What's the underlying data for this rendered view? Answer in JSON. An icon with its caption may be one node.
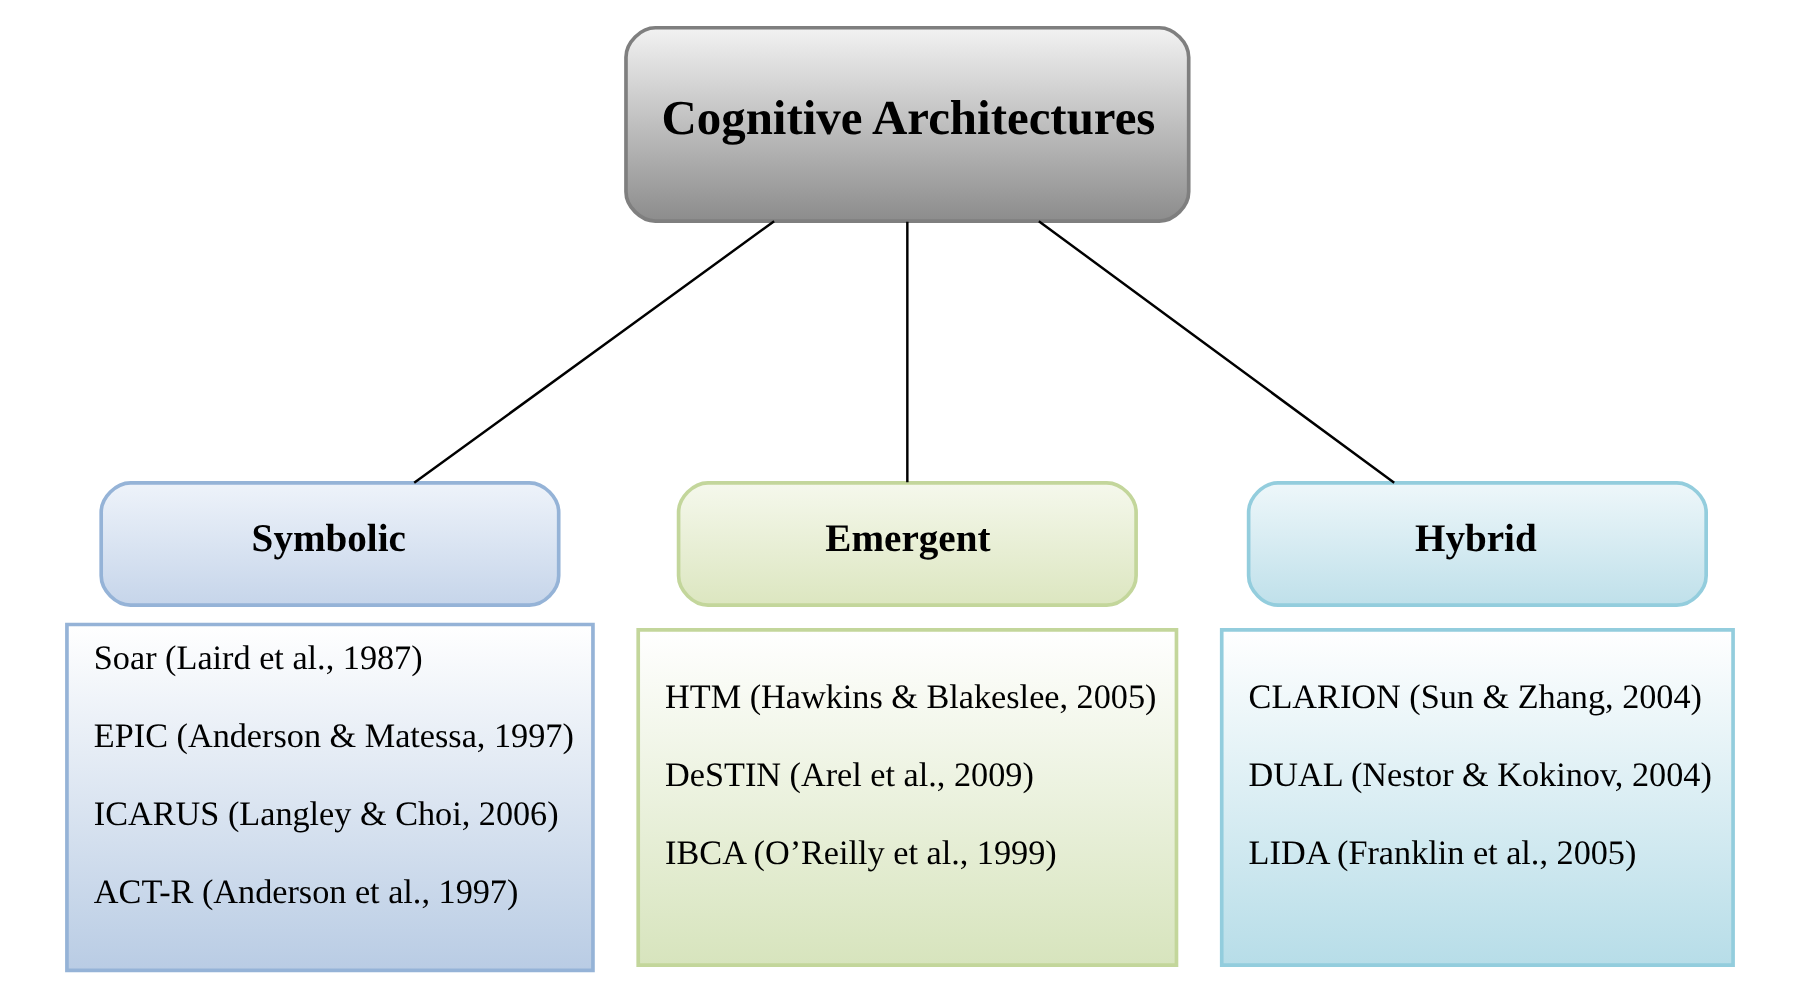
{
  "diagram": {
    "nodes": [
      {
        "text": [
          "Cognitive Architectures"
        ]
      },
      {
        "text": [
          "Symbolic"
        ]
      },
      {
        "text": [
          "Soar (Laird et al., 1987)",
          "EPIC (Anderson & Matessa, 1997)",
          "ICARUS (Langley & Choi, 2006)",
          "ACT-R (Anderson et al., 1997)"
        ]
      },
      {
        "text": [
          "Emergent"
        ]
      },
      {
        "text": [
          "HTM (Hawkins & Blakeslee, 2005)",
          "DeSTIN (Arel et al., 2009)",
          "IBCA (O’Reilly et al., 1999)"
        ]
      },
      {
        "text": [
          "Hybrid"
        ]
      },
      {
        "text": [
          "CLARION (Sun & Zhang, 2004)",
          "DUAL (Nestor & Kokinov, 2004)",
          "LIDA (Franklin et al., 2005)"
        ]
      }
    ],
    "edges": [
      {
        "from": 0,
        "to": 1,
        "arrow": "none"
      },
      {
        "from": 0,
        "to": 3,
        "arrow": "none"
      },
      {
        "from": 0,
        "to": 5,
        "arrow": "none"
      }
    ]
  }
}
